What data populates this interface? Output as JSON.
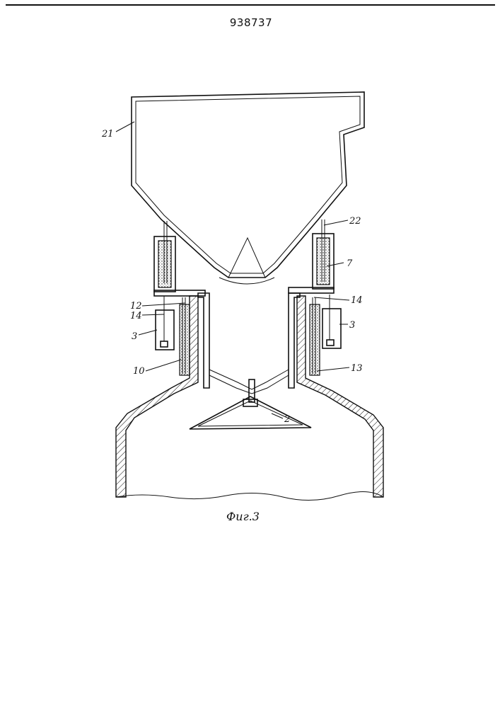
{
  "header": {
    "patent_number": "938737"
  },
  "figure": {
    "caption": "Фиг.3",
    "labels": {
      "l21": "21",
      "l22": "22",
      "l7": "7",
      "l12": "12",
      "l14_left": "14",
      "l14_right": "14",
      "l3_left": "3",
      "l3_right": "3",
      "l10": "10",
      "l13": "13",
      "l2": "2"
    }
  }
}
